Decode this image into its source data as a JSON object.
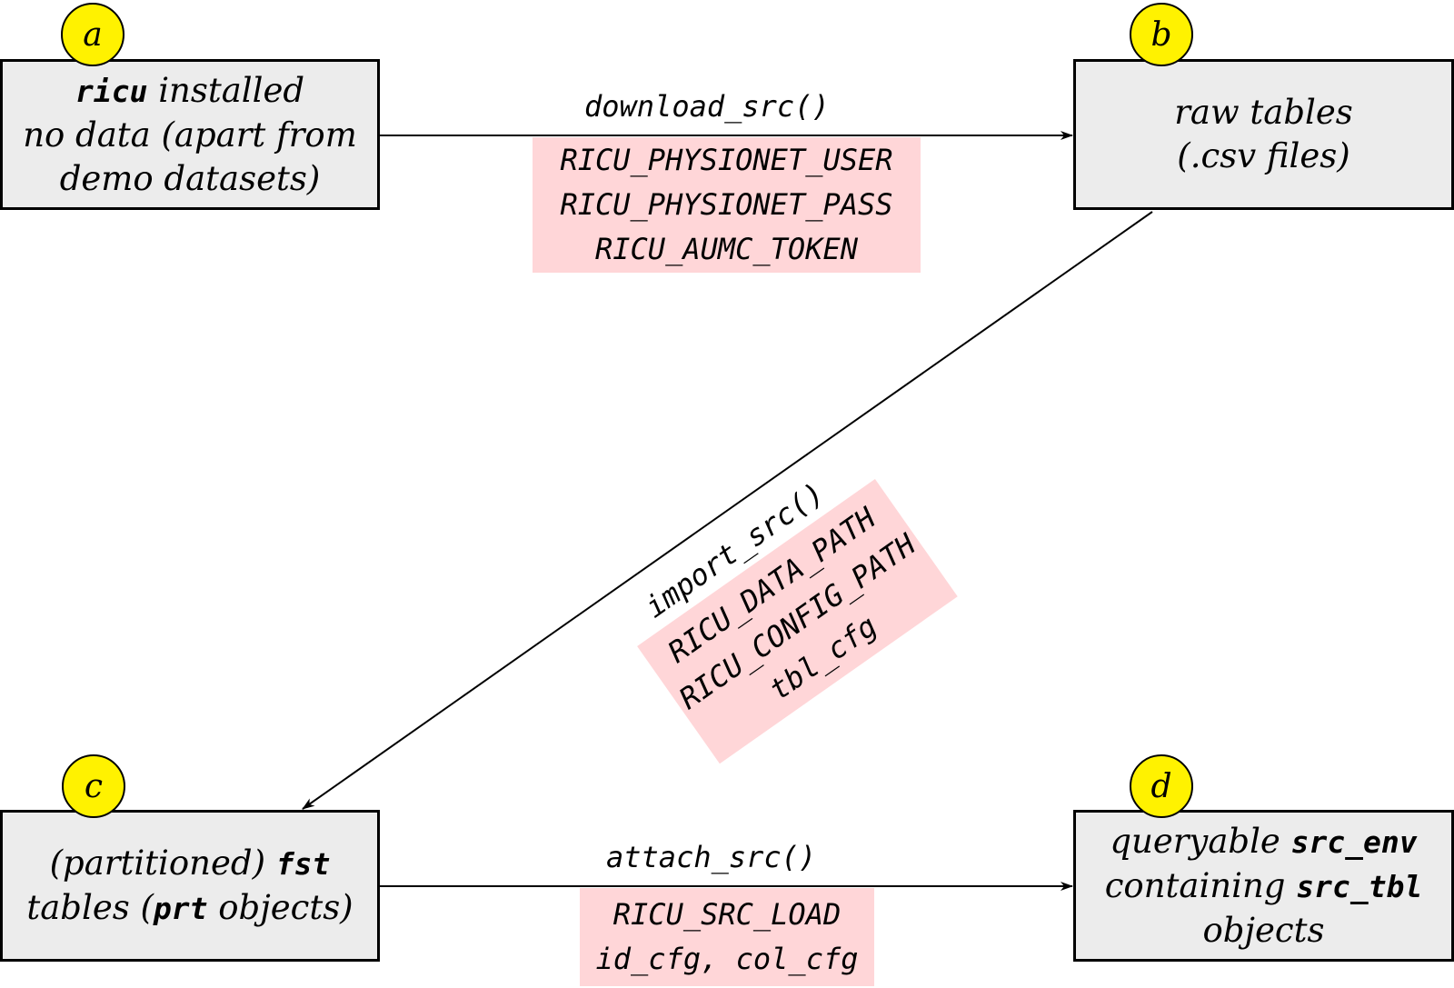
{
  "nodes": {
    "a": {
      "badge": "a",
      "line1_code": "ricu",
      "line1_text": " installed",
      "line2": "no data (apart from",
      "line3": "demo datasets)"
    },
    "b": {
      "badge": "b",
      "line1": "raw tables",
      "line2": "(.csv files)"
    },
    "c": {
      "badge": "c",
      "line1_text": "(partitioned) ",
      "line1_code": "fst",
      "line2_pre": "tables (",
      "line2_code": "prt",
      "line2_post": " objects)"
    },
    "d": {
      "badge": "d",
      "line1_text": "queryable ",
      "line1_code": "src_env",
      "line2_text": "containing ",
      "line2_code": "src_tbl",
      "line3": "objects"
    }
  },
  "edges": {
    "a_to_b": {
      "function": "download_src()",
      "options": [
        "RICU_PHYSIONET_USER",
        "RICU_PHYSIONET_PASS",
        "RICU_AUMC_TOKEN"
      ]
    },
    "b_to_c": {
      "function": "import_src()",
      "options": [
        "RICU_DATA_PATH",
        "RICU_CONFIG_PATH",
        "tbl_cfg"
      ]
    },
    "c_to_d": {
      "function": "attach_src()",
      "options": [
        "RICU_SRC_LOAD",
        "id_cfg, col_cfg"
      ]
    }
  },
  "colors": {
    "box_fill": "#ececec",
    "badge_fill": "#fff200",
    "option_fill": "#ffd6d8"
  }
}
